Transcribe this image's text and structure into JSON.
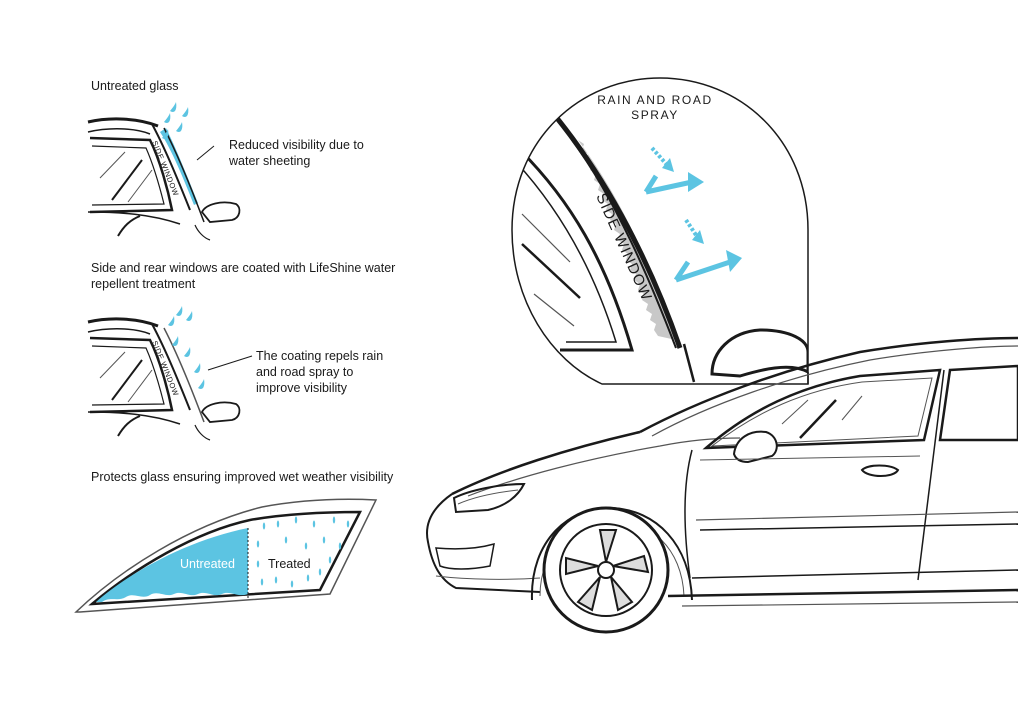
{
  "colors": {
    "water": "#5cc4e2",
    "line": "#1a1a1a",
    "grey_line": "#555555",
    "coating": "#c8c8c8"
  },
  "section1": {
    "heading": "Untreated glass",
    "callout": "Reduced visibility due to water sheeting",
    "window_label": "SIDE WINDOW"
  },
  "section2": {
    "heading": "Side and rear windows are coated with LifeShine water repellent treatment",
    "callout": "The coating repels rain and road spray to improve visibility",
    "window_label": "SIDE WINDOW"
  },
  "section3": {
    "heading": "Protects glass ensuring improved wet weather visibility",
    "untreated_label": "Untreated",
    "treated_label": "Treated"
  },
  "zoom": {
    "title": "RAIN AND ROAD SPRAY",
    "window_label": "SIDE WINDOW"
  },
  "icons": [
    "water-drop-icon",
    "deflect-arrow-icon"
  ]
}
